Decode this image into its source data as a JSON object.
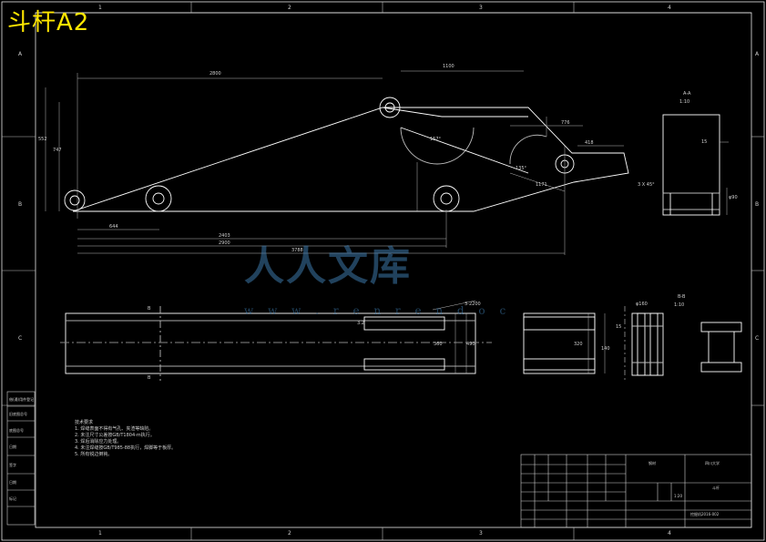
{
  "title": "斗杆A2",
  "watermark": {
    "main": "人人文库",
    "url": "w w w . r e n r e n d o c"
  },
  "zones": {
    "columns": [
      "1",
      "2",
      "3",
      "4"
    ],
    "rows": [
      "A",
      "B",
      "C"
    ]
  },
  "section_views": {
    "aa": {
      "label": "A-A",
      "scale": "1:10"
    },
    "bb": {
      "label": "B-B",
      "scale": "1:10"
    },
    "cut_b": "B"
  },
  "dimensions": {
    "d2800": "2800",
    "d1100": "1100",
    "d776": "776",
    "d418": "418",
    "d552": "552",
    "d747": "747",
    "d644": "644",
    "d2403": "2403",
    "d2900": "2900",
    "d3788": "3788",
    "d1171": "1171",
    "d135": "135°",
    "d157": "157°",
    "d3_2200": "3-2200",
    "d360": "360",
    "d320": "320",
    "d490": "490",
    "d15": "15",
    "d140": "140",
    "d3_2": "3.2",
    "d160": "φ160",
    "d15b": "15",
    "dchamfer": "3 X 45°",
    "d90": "φ90"
  },
  "notes": [
    "技术要求",
    "1. 焊缝表面不得有气孔、夹渣等缺陷。",
    "2. 未注尺寸公差按GB/T1804-m执行。",
    "3. 焊后消除应力处理。",
    "4. 未注焊缝按GB/T985-88执行，焊脚等于板厚。",
    "5. 所有锐边倒钝。"
  ],
  "side_labels": [
    "借(通)用件登记",
    "旧底图总号",
    "底图总号",
    "日期",
    "签字",
    "日期",
    "标记"
  ],
  "title_block": {
    "material": "钢材",
    "school": "四川大学",
    "part_name": "斗杆",
    "scale": "1:20",
    "drawing_no": "挖掘机2016-002"
  }
}
